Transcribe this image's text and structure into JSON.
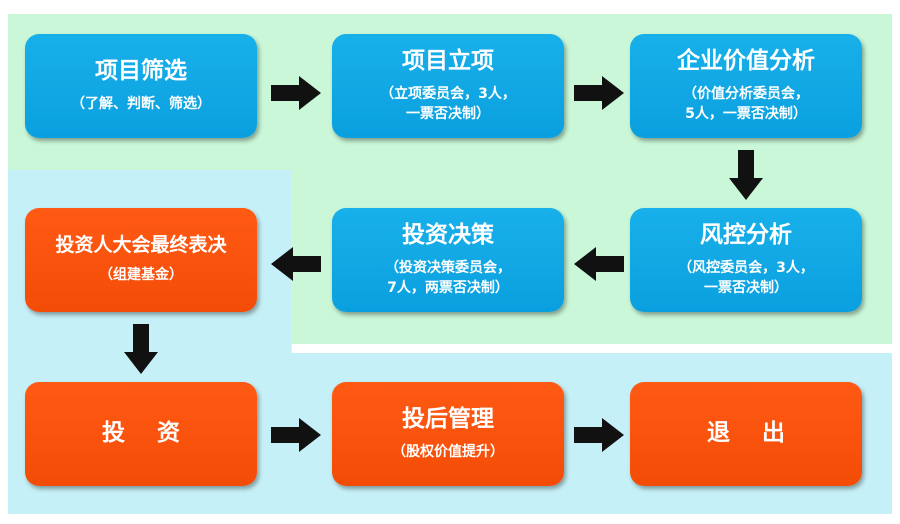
{
  "steps": [
    {
      "id": "screening",
      "title": "项目筛选",
      "subtitle": "（了解、判断、筛选）"
    },
    {
      "id": "approval",
      "title": "项目立项",
      "subtitle": "（立项委员会，3人，\n一票否决制）"
    },
    {
      "id": "valuation",
      "title": "企业价值分析",
      "subtitle": "（价值分析委员会，\n5人，一票否决制）"
    },
    {
      "id": "risk",
      "title": "风控分析",
      "subtitle": "（风控委员会，3人，\n一票否决制）"
    },
    {
      "id": "decision",
      "title": "投资决策",
      "subtitle": "（投资决策委员会，\n7人，两票否决制）"
    },
    {
      "id": "investor-meeting",
      "title": "投资人大会最终表决",
      "subtitle": "（组建基金）"
    },
    {
      "id": "invest",
      "title": "投 资"
    },
    {
      "id": "post-management",
      "title": "投后管理",
      "subtitle": "（股权价值提升）"
    },
    {
      "id": "exit",
      "title": "退 出"
    }
  ],
  "colors": {
    "stage_blue": "#0aa0df",
    "stage_orange": "#f34c06",
    "region_green": "#c9f7d8",
    "region_blue": "#c6f0f7",
    "arrow": "#111111"
  },
  "icons": [
    "arrow-right-icon",
    "arrow-left-icon",
    "arrow-down-icon"
  ]
}
